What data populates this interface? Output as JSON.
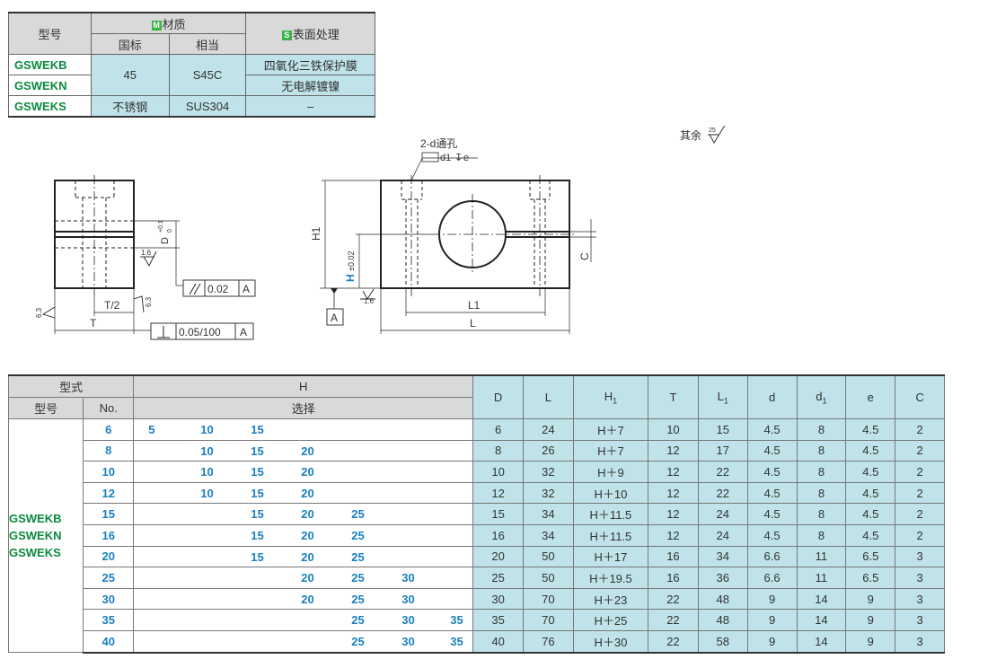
{
  "material_table": {
    "header_model": "型号",
    "header_material": "材质",
    "header_material_tag": "M",
    "header_standard": "国标",
    "header_equiv": "相当",
    "header_surface": "表面处理",
    "header_surface_tag": "S",
    "rows": [
      {
        "model": "GSWEKB",
        "standard": "45",
        "equiv": "S45C",
        "surface": "四氧化三铁保护膜"
      },
      {
        "model": "GSWEKN",
        "standard": "45",
        "equiv": "S45C",
        "surface": "无电解镀镍"
      },
      {
        "model": "GSWEKS",
        "standard": "不锈钢",
        "equiv": "SUS304",
        "surface": "–"
      }
    ]
  },
  "drawing": {
    "roughness_note": "其余",
    "roughness_value": "25",
    "hole_note": "2-d通孔",
    "hole_counterbore": "d1",
    "hole_depth": "e",
    "label_H1": "H1",
    "label_H": "H",
    "label_H_tol": "±0.02",
    "label_C": "C",
    "label_L1": "L1",
    "label_L": "L",
    "label_A": "A",
    "label_T": "T",
    "label_T2": "T/2",
    "label_D": "D",
    "label_D_tol_up": "+0.1",
    "label_D_tol_low": "0",
    "rough_16a": "1.6",
    "rough_16b": "1.6",
    "rough_63a": "6.3",
    "rough_63b": "6.3",
    "parallel_tol": "0.02",
    "parallel_ref": "A",
    "perp_tol": "0.05/100",
    "perp_ref": "A"
  },
  "spec_table": {
    "header_type": "型式",
    "header_model": "型号",
    "header_no": "No.",
    "header_H": "H",
    "header_select": "选择",
    "header_D": "D",
    "header_L": "L",
    "header_H1": "H",
    "header_H1_sub": "1",
    "header_T": "T",
    "header_L1": "L",
    "header_L1_sub": "1",
    "header_d": "d",
    "header_d1": "d",
    "header_d1_sub": "1",
    "header_e": "e",
    "header_C": "C",
    "models": [
      "GSWEKB",
      "GSWEKN",
      "GSWEKS"
    ],
    "rows": [
      {
        "no": "6",
        "h": [
          "5",
          "10",
          "15",
          "",
          "",
          "",
          ""
        ],
        "D": "6",
        "L": "24",
        "H1": "H＋7",
        "T": "10",
        "L1": "15",
        "d": "4.5",
        "d1": "8",
        "e": "4.5",
        "C": "2"
      },
      {
        "no": "8",
        "h": [
          "",
          "10",
          "15",
          "20",
          "",
          "",
          ""
        ],
        "D": "8",
        "L": "26",
        "H1": "H＋7",
        "T": "12",
        "L1": "17",
        "d": "4.5",
        "d1": "8",
        "e": "4.5",
        "C": "2"
      },
      {
        "no": "10",
        "h": [
          "",
          "10",
          "15",
          "20",
          "",
          "",
          ""
        ],
        "D": "10",
        "L": "32",
        "H1": "H＋9",
        "T": "12",
        "L1": "22",
        "d": "4.5",
        "d1": "8",
        "e": "4.5",
        "C": "2"
      },
      {
        "no": "12",
        "h": [
          "",
          "10",
          "15",
          "20",
          "",
          "",
          ""
        ],
        "D": "12",
        "L": "32",
        "H1": "H＋10",
        "T": "12",
        "L1": "22",
        "d": "4.5",
        "d1": "8",
        "e": "4.5",
        "C": "2"
      },
      {
        "no": "15",
        "h": [
          "",
          "",
          "15",
          "20",
          "25",
          "",
          ""
        ],
        "D": "15",
        "L": "34",
        "H1": "H＋11.5",
        "T": "12",
        "L1": "24",
        "d": "4.5",
        "d1": "8",
        "e": "4.5",
        "C": "2"
      },
      {
        "no": "16",
        "h": [
          "",
          "",
          "15",
          "20",
          "25",
          "",
          ""
        ],
        "D": "16",
        "L": "34",
        "H1": "H＋11.5",
        "T": "12",
        "L1": "24",
        "d": "4.5",
        "d1": "8",
        "e": "4.5",
        "C": "2"
      },
      {
        "no": "20",
        "h": [
          "",
          "",
          "15",
          "20",
          "25",
          "",
          ""
        ],
        "D": "20",
        "L": "50",
        "H1": "H＋17",
        "T": "16",
        "L1": "34",
        "d": "6.6",
        "d1": "11",
        "e": "6.5",
        "C": "3"
      },
      {
        "no": "25",
        "h": [
          "",
          "",
          "",
          "20",
          "25",
          "30",
          ""
        ],
        "D": "25",
        "L": "50",
        "H1": "H＋19.5",
        "T": "16",
        "L1": "36",
        "d": "6.6",
        "d1": "11",
        "e": "6.5",
        "C": "3"
      },
      {
        "no": "30",
        "h": [
          "",
          "",
          "",
          "20",
          "25",
          "30",
          ""
        ],
        "D": "30",
        "L": "70",
        "H1": "H＋23",
        "T": "22",
        "L1": "48",
        "d": "9",
        "d1": "14",
        "e": "9",
        "C": "3"
      },
      {
        "no": "35",
        "h": [
          "",
          "",
          "",
          "",
          "25",
          "30",
          "35"
        ],
        "D": "35",
        "L": "70",
        "H1": "H＋25",
        "T": "22",
        "L1": "48",
        "d": "9",
        "d1": "14",
        "e": "9",
        "C": "3"
      },
      {
        "no": "40",
        "h": [
          "",
          "",
          "",
          "",
          "25",
          "30",
          "35"
        ],
        "D": "40",
        "L": "76",
        "H1": "H＋30",
        "T": "22",
        "L1": "58",
        "d": "9",
        "d1": "14",
        "e": "9",
        "C": "3"
      }
    ]
  }
}
